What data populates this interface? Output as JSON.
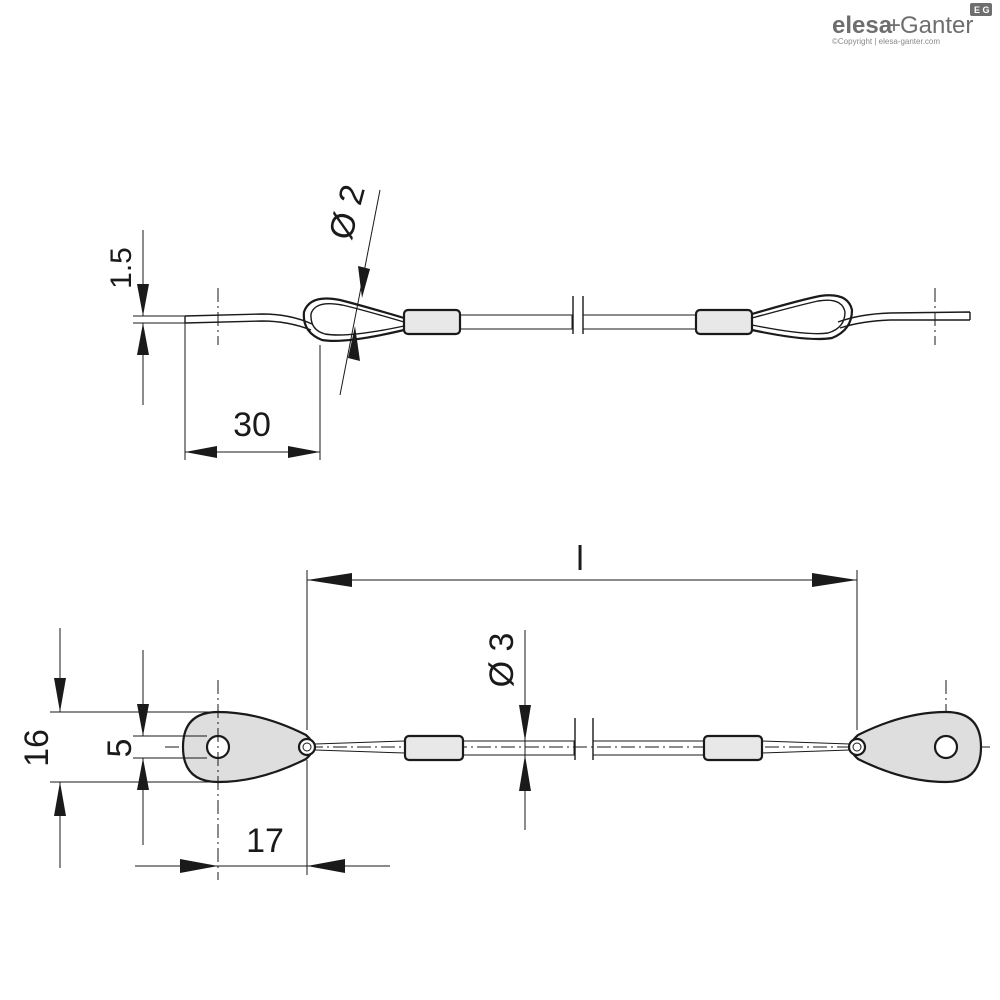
{
  "logo": {
    "brand_left": "elesa",
    "brand_plus": "+",
    "brand_right": "Ganter",
    "badge": "E G",
    "copyright": "©Copyright | elesa-ganter.com"
  },
  "top_view": {
    "dim_thickness": "1.5",
    "dim_diameter": "Ø 2",
    "dim_loop_length": "30"
  },
  "bottom_view": {
    "dim_length": "l",
    "dim_diameter": "Ø 3",
    "dim_width": "16",
    "dim_hole": "5",
    "dim_offset": "17"
  },
  "colors": {
    "line": "#1a1a1a",
    "cable_fill": "#e2e2e2",
    "sleeve_fill": "#e8e8e8",
    "eyelet_fill": "#dedede",
    "logo_gray": "#6e6e6e"
  }
}
